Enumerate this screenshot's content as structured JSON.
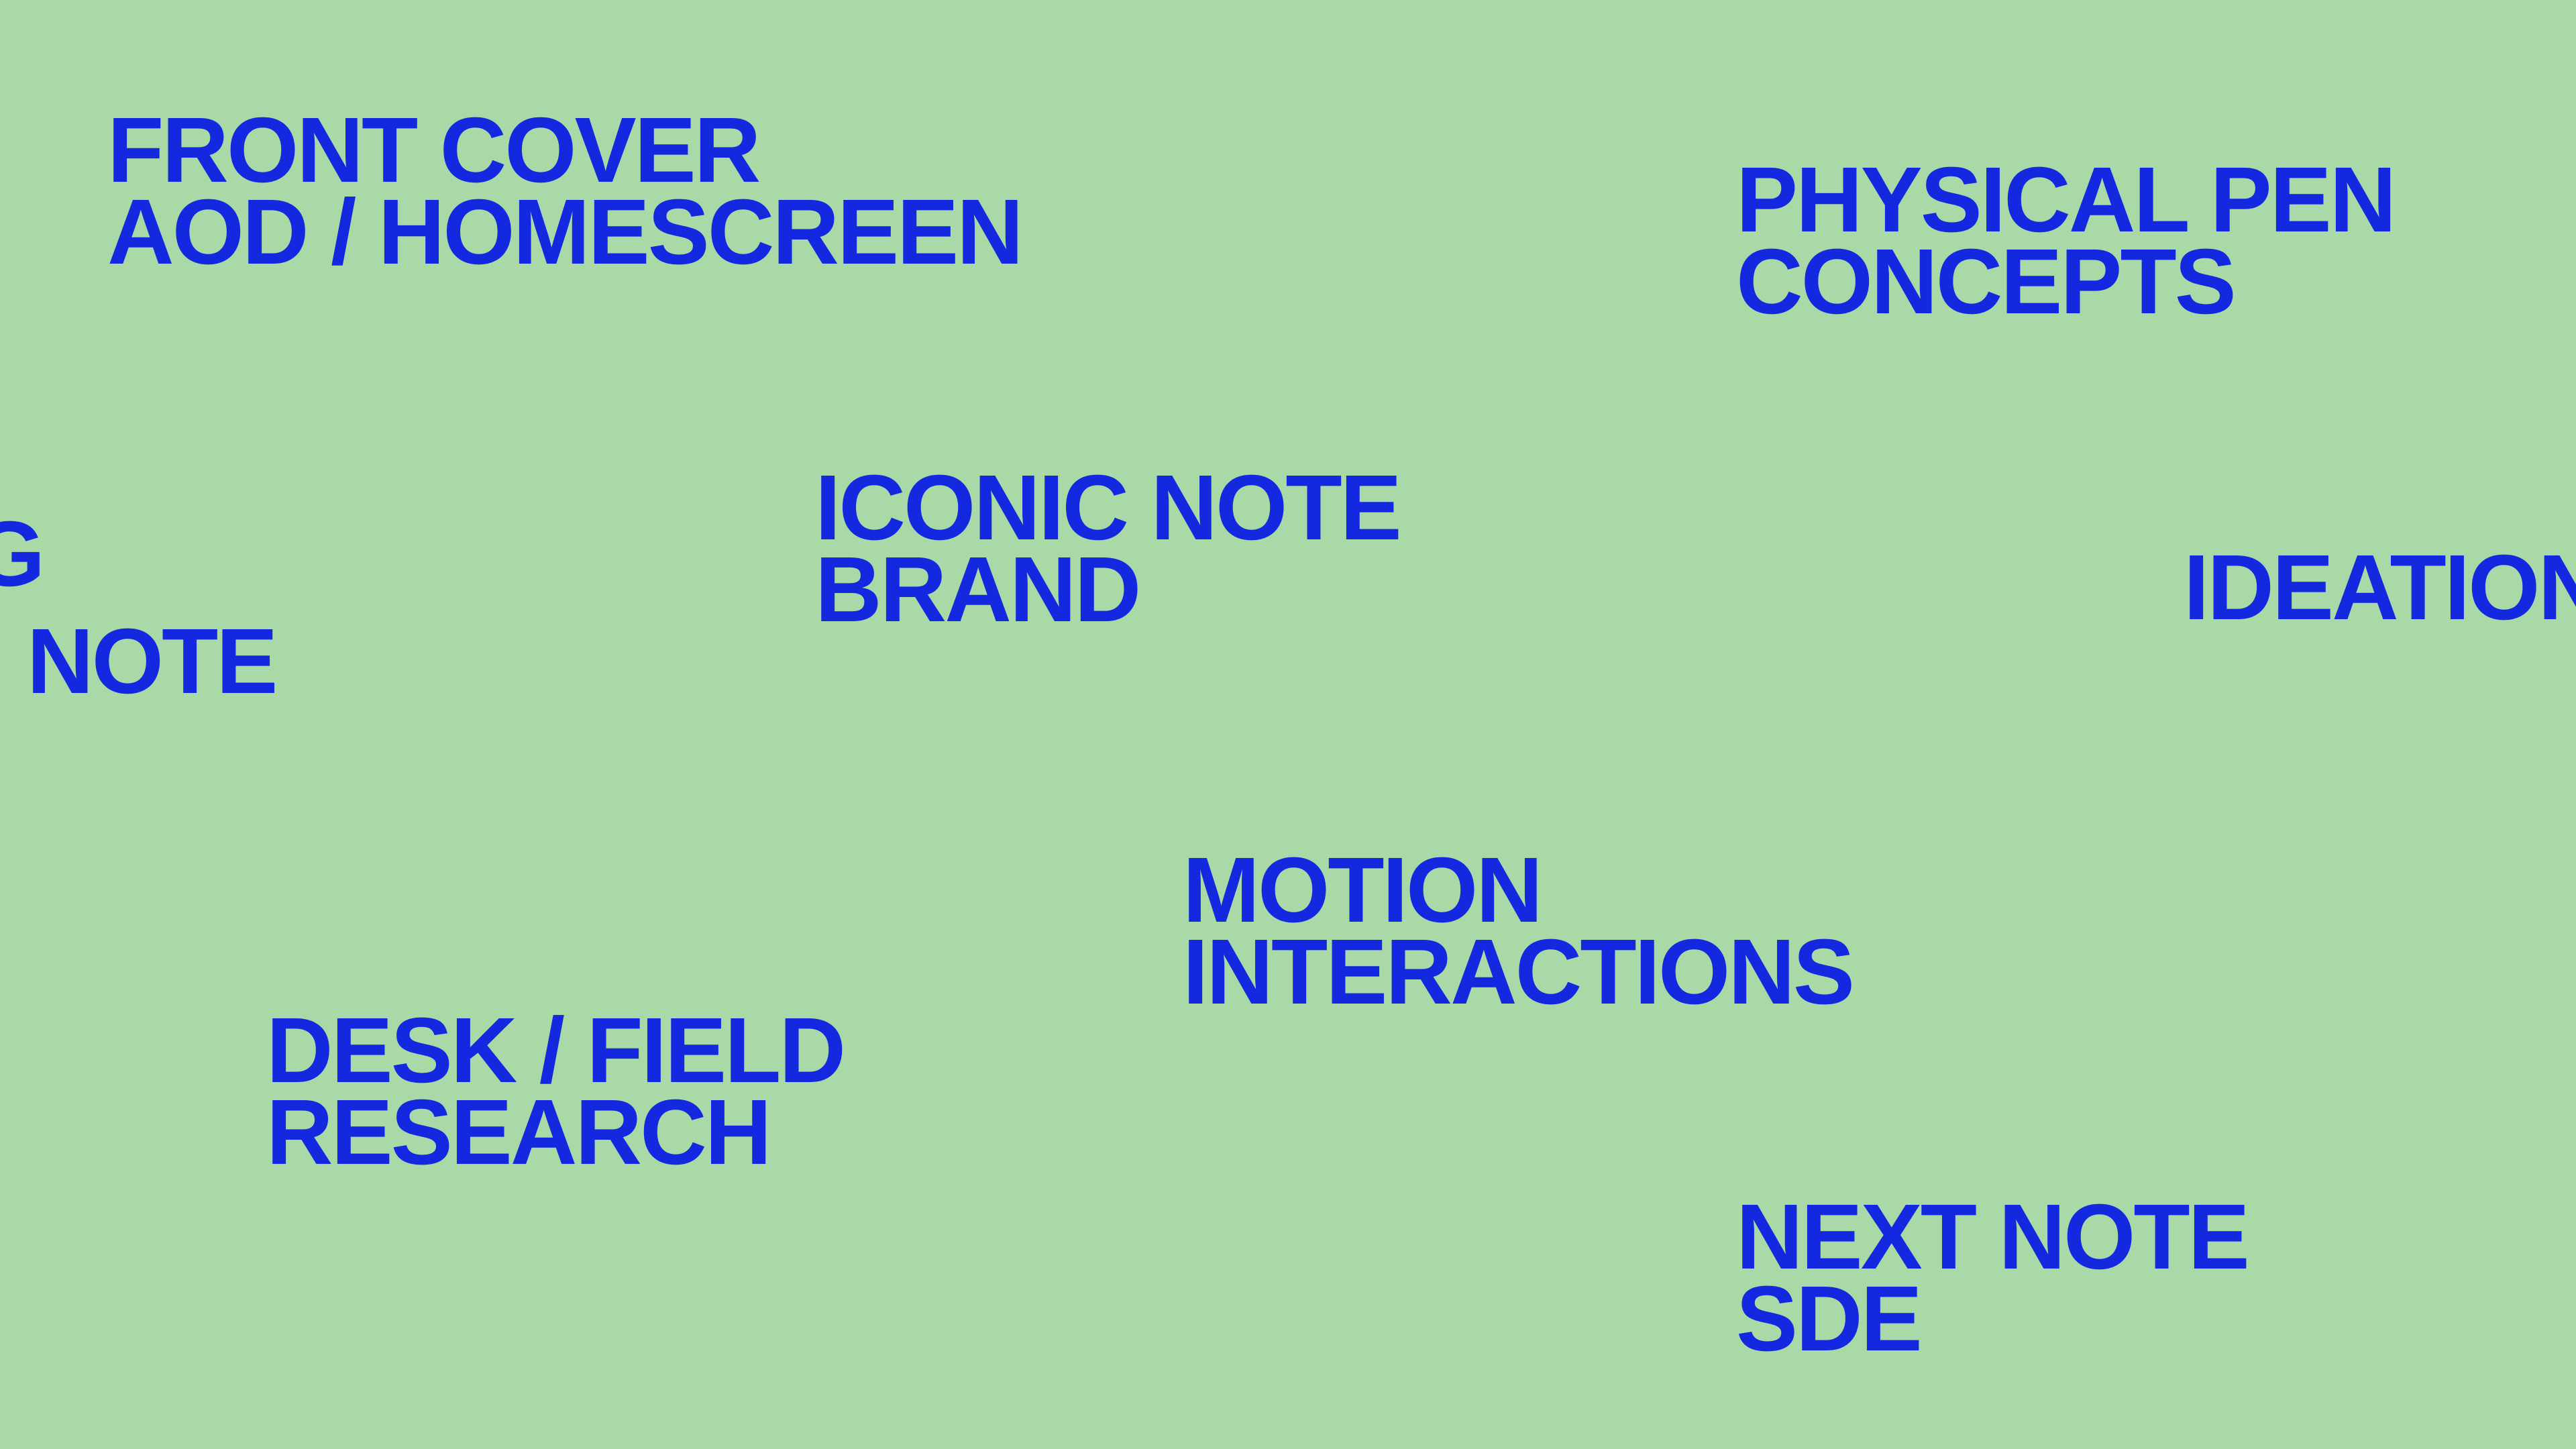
{
  "canvas": {
    "background": "#a8d9a6",
    "text_color": "#1428e0"
  },
  "labels": {
    "front_cover": {
      "line1": "FRONT COVER",
      "line2": "AOD / HOMESCREEN"
    },
    "physical_pen": {
      "line1": "PHYSICAL PEN",
      "line2": "CONCEPTS"
    },
    "iconic_note": {
      "line1": "ICONIC NOTE",
      "line2": "BRAND"
    },
    "ideation": {
      "line1": "IDEATION"
    },
    "partial_note": {
      "line1": "NOTE"
    },
    "partial_g": {
      "line1": "G"
    },
    "motion": {
      "line1": "MOTION",
      "line2": "INTERACTIONS"
    },
    "desk_field": {
      "line1": "DESK / FIELD",
      "line2": "RESEARCH"
    },
    "next_note": {
      "line1": "NEXT NOTE",
      "line2": "SDE"
    }
  }
}
